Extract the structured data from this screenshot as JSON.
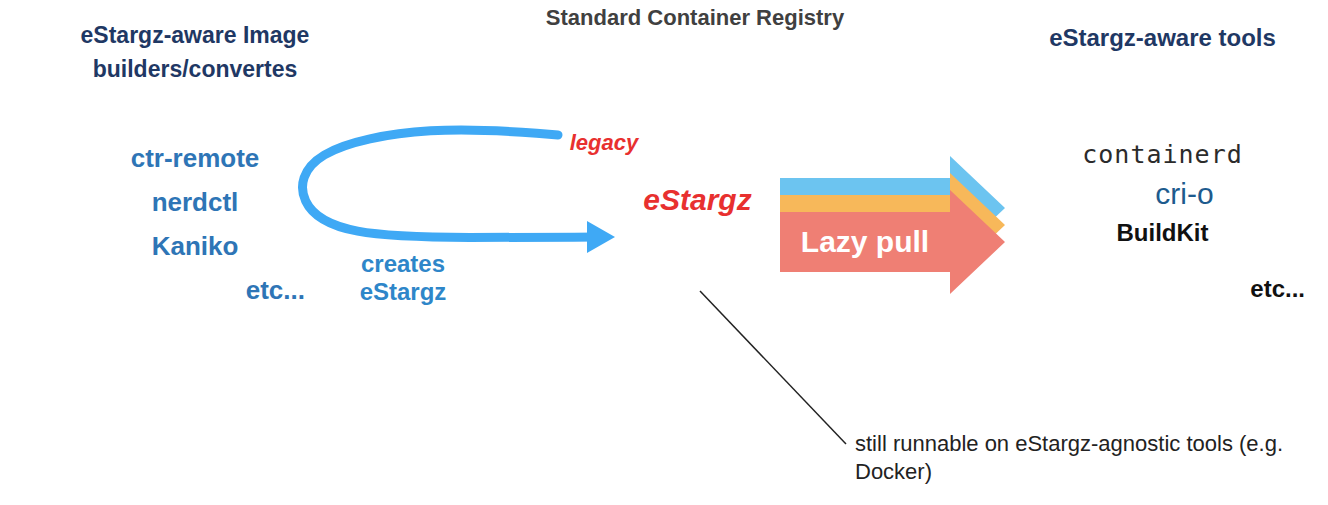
{
  "diagram": {
    "nodes": [
      {
        "text": [
          "eStargz-aware Image builders/convertes",
          "ctr-remote",
          "nerdctl",
          "Kaniko",
          "etc..."
        ]
      },
      {
        "text": [
          "Standard Container Registry"
        ]
      },
      {
        "text": [
          "legacy"
        ],
        "in": 1
      },
      {
        "text": [
          "eStargz"
        ],
        "in": 1
      },
      {
        "text": [
          "eStargz-aware tools",
          "containerd",
          "cri-o",
          "BuildKit",
          "etc..."
        ]
      }
    ],
    "edges": [
      {
        "from": 2,
        "to": 3,
        "label": "creates eStargz",
        "arrow": "to"
      },
      {
        "from": 3,
        "to": 4,
        "label": "Lazy pull",
        "arrow": "to"
      }
    ],
    "labels": [
      "still runnable on eStargz-agnostic tools (e.g. Docker)"
    ]
  }
}
